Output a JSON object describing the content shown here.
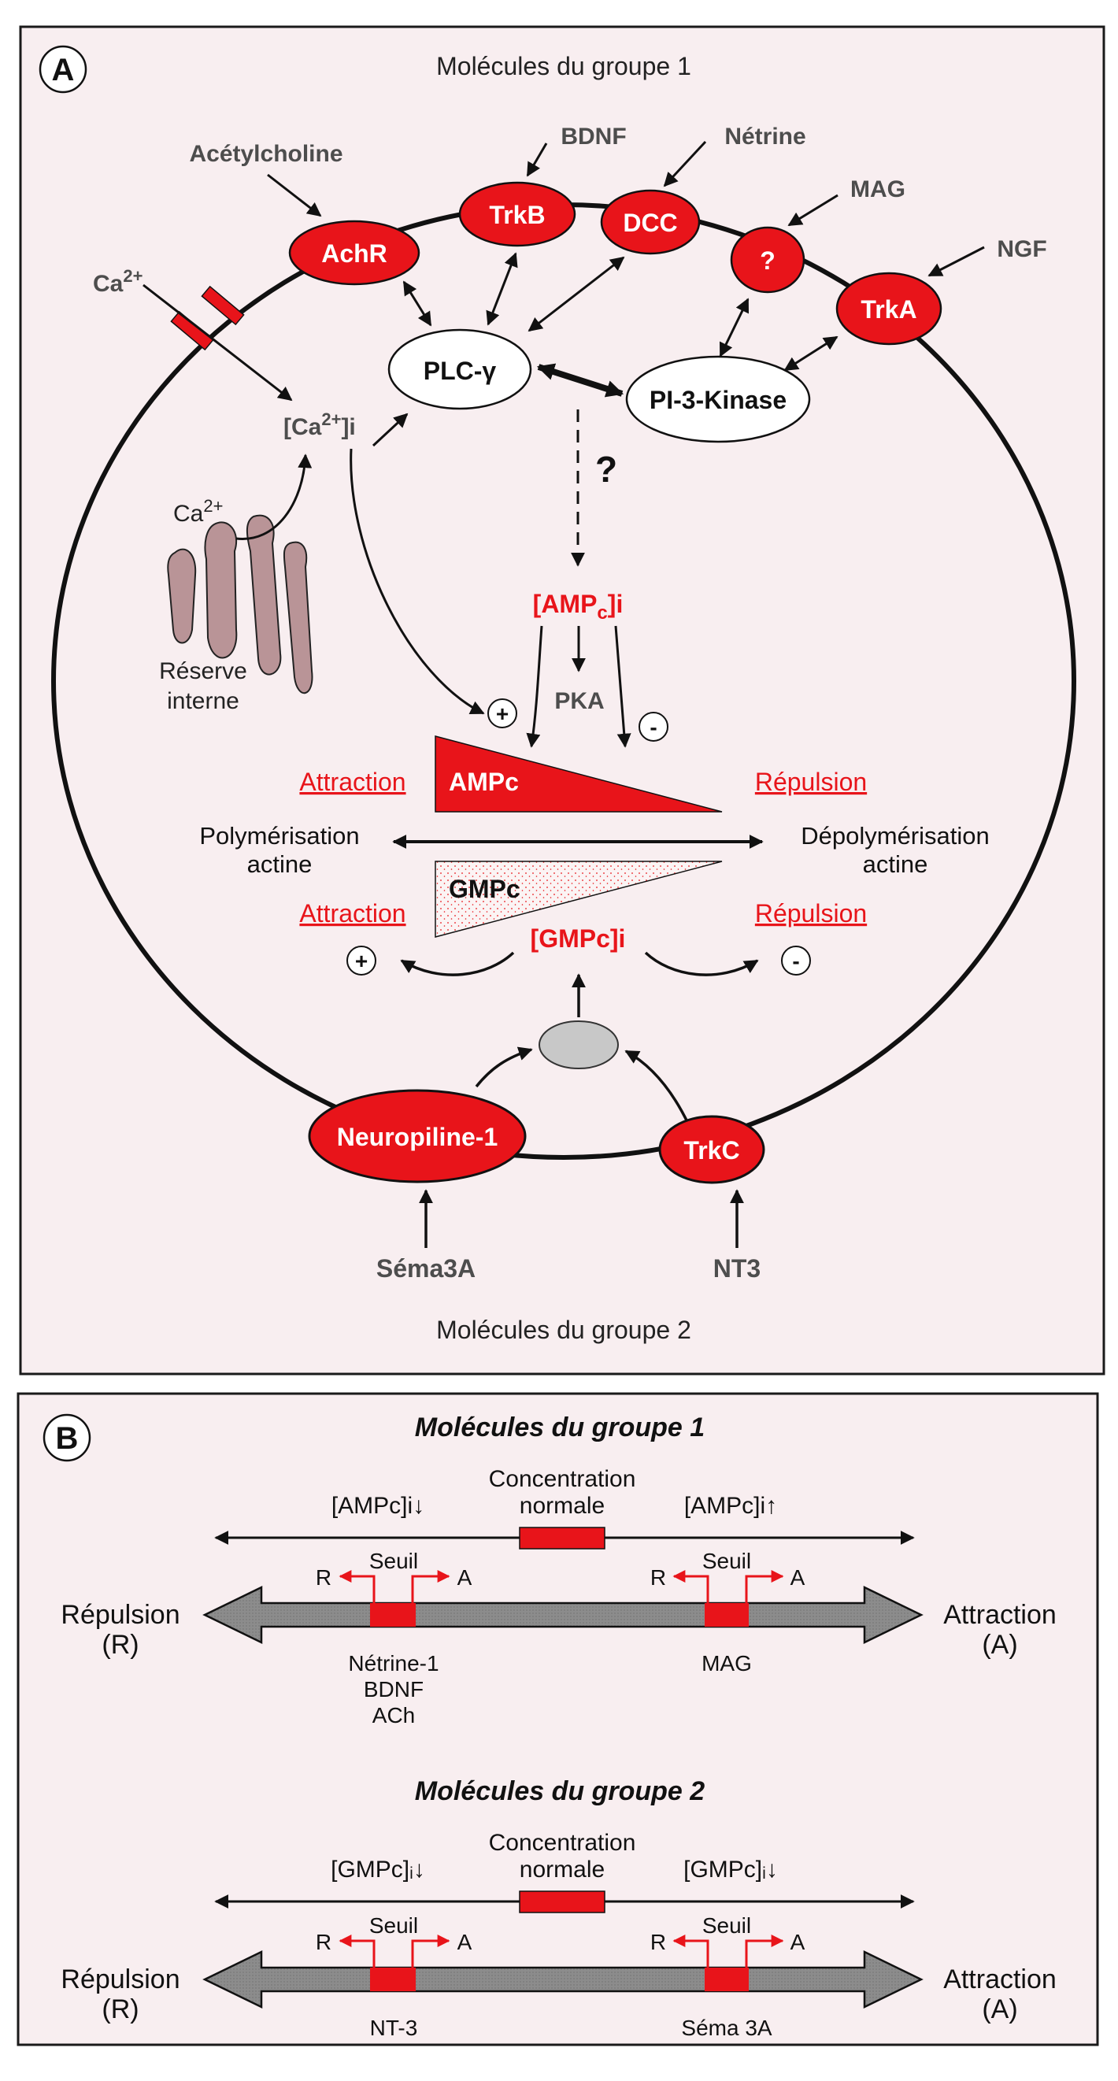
{
  "colors": {
    "panel_bg": "#f8eef0",
    "receptor_red": "#e8141a",
    "ligand_gray": "#4d4d4d",
    "reserve": "#b99497",
    "bar_gray": "#8c8c8c",
    "gray_ellipse": "#c8c8c8"
  },
  "panelA": {
    "badge": "A",
    "group1_title": "Molécules du groupe 1",
    "group2_title": "Molécules du groupe 2",
    "ligands": {
      "acetylcholine": "Acétylcholine",
      "bdnf": "BDNF",
      "netrine": "Nétrine",
      "mag": "MAG",
      "ngf": "NGF",
      "sema3a": "Séma3A",
      "nt3": "NT3"
    },
    "receptors": {
      "achr": "AchR",
      "trkb": "TrkB",
      "dcc": "DCC",
      "unknown": "?",
      "trka": "TrkA",
      "neuropiline": "Neuropiline-1",
      "trkc": "TrkC"
    },
    "enzymes": {
      "plc": "PLC-γ",
      "pi3k": "PI-3-Kinase",
      "pka": "PKA"
    },
    "calcium": {
      "ext_base": "Ca",
      "ext_sup": "2+",
      "int_open": "[Ca",
      "int_sup": "2+",
      "int_close": "]i",
      "store_base": "Ca",
      "store_sup": "2+",
      "reserve_line1": "Réserve",
      "reserve_line2": "interne"
    },
    "question_mark": "?",
    "campi": {
      "open": "[AMP",
      "sub": "c",
      "close": "]i"
    },
    "cgmpi": "[GMPc]i",
    "ampc_label": "AMPc",
    "gmpc_label": "GMPc",
    "attraction": "Attraction",
    "repulsion": "Répulsion",
    "poly_line1": "Polymérisation",
    "poly_line2": "actine",
    "depoly_line1": "Dépolymérisation",
    "depoly_line2": "actine",
    "plus": "+",
    "minus": "-"
  },
  "panelB": {
    "badge": "B",
    "groups": [
      {
        "title": "Molécules du groupe 1",
        "conc_line1": "Concentration",
        "conc_line2": "normale",
        "left_level": "[AMPc]i↓",
        "right_level": "[AMPc]i↑",
        "threshold": "Seuil",
        "r": "R",
        "a": "A",
        "repulsion": "Répulsion",
        "repulsion_abbr": "(R)",
        "attraction": "Attraction",
        "attraction_abbr": "(A)",
        "left_molecules": [
          "Nétrine-1",
          "BDNF",
          "ACh"
        ],
        "right_molecules": [
          "MAG"
        ]
      },
      {
        "title": "Molécules du groupe 2",
        "conc_line1": "Concentration",
        "conc_line2": "normale",
        "left_level": "[GMPc]ᵢ↓",
        "right_level": "[GMPc]ᵢ↓",
        "threshold": "Seuil",
        "r": "R",
        "a": "A",
        "repulsion": "Répulsion",
        "repulsion_abbr": "(R)",
        "attraction": "Attraction",
        "attraction_abbr": "(A)",
        "left_molecules": [
          "NT-3"
        ],
        "right_molecules": [
          "Séma 3A"
        ]
      }
    ]
  }
}
